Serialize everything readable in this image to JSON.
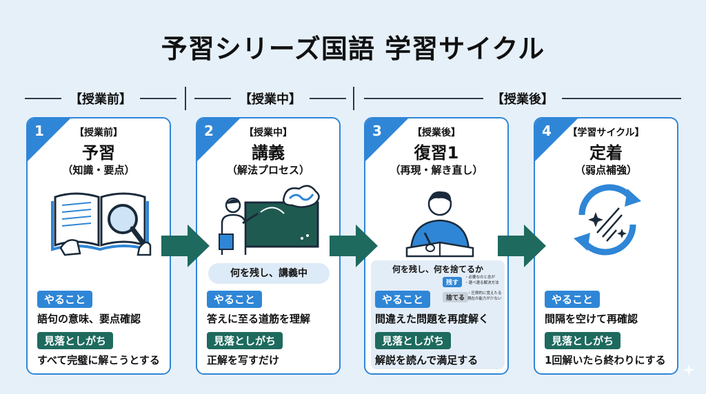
{
  "title": "予習シリーズ国語 学習サイクル",
  "phases": [
    "【授業前】",
    "【授業中】",
    "【授業後】"
  ],
  "labels": {
    "do": "やること",
    "miss": "見落としがち"
  },
  "colors": {
    "accent": "#2f86d6",
    "green": "#1e6a5e",
    "background": "#e6f0f9"
  },
  "cards": [
    {
      "num": "1",
      "sub": "【授業前】",
      "title": "予習",
      "paren": "（知識・要点）",
      "illustration": "open-book-magnifier-icon",
      "do": "語句の意味、要点確認",
      "miss": "すべて完璧に解こうとする"
    },
    {
      "num": "2",
      "sub": "【授業中】",
      "title": "講義",
      "paren": "（解法プロセス）",
      "illustration": "teacher-blackboard-icon",
      "bubble": "何を残し、講義中",
      "do": "答えに至る道筋を理解",
      "miss": "正解を写すだけ"
    },
    {
      "num": "3",
      "sub": "【授業後】",
      "title": "復習1",
      "paren": "（再現・解き直し）",
      "illustration": "student-writing-icon",
      "panel_title": "何を残し、何を捨てるか",
      "keep_tag": "残す",
      "keep_text_1": "・必要なのと念が",
      "keep_text_2": "・選べ選る解決方法",
      "drop_tag": "捨てる",
      "drop_text_1": "・圧倒的に覚えたる",
      "drop_text_2": "現在の能力が少ない",
      "do": "間違えた問題を再度解く",
      "miss": "解説を読んで満足する"
    },
    {
      "num": "4",
      "sub": "【学習サイクル】",
      "title": "定着",
      "paren": "（弱点補強）",
      "illustration": "cycle-arrows-icon",
      "do": "間隔を空けて再確認",
      "miss": "1回解いたら終わりにする"
    }
  ]
}
